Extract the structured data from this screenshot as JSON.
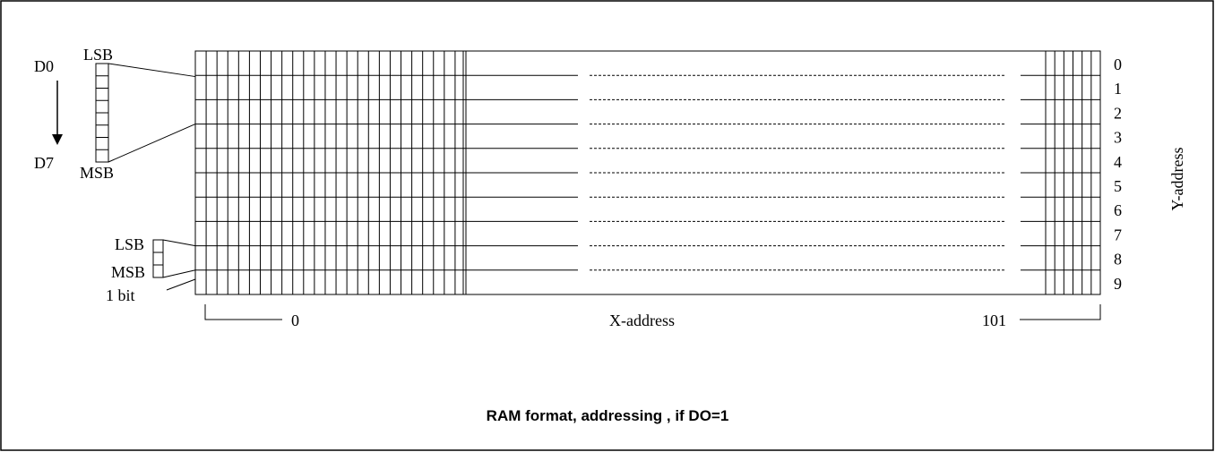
{
  "diagram": {
    "data_bits": {
      "top": "D0",
      "bottom": "D7"
    },
    "byte_labels": {
      "lsb": "LSB",
      "msb": "MSB"
    },
    "small_labels": {
      "lsb": "LSB",
      "msb": "MSB",
      "bit": "1 bit"
    },
    "y_axis": {
      "title": "Y-address",
      "rows": [
        "0",
        "1",
        "2",
        "3",
        "4",
        "5",
        "6",
        "7",
        "8",
        "9"
      ]
    },
    "x_axis": {
      "title": "X-address",
      "start": "0",
      "end": "101"
    },
    "caption": "RAM format, addressing , if DO=1"
  }
}
